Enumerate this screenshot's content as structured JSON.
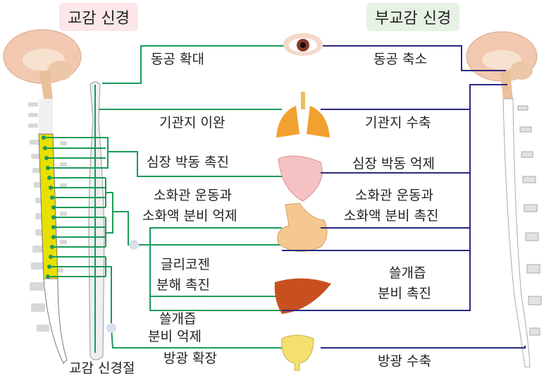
{
  "headers": {
    "sympathetic": "교감 신경",
    "parasympathetic": "부교감 신경"
  },
  "sympathetic_effects": {
    "pupil": "동공 확대",
    "bronchi": "기관지 이완",
    "heart": "심장 박동 촉진",
    "digest_1": "소화관 운동과",
    "digest_2": "소화액 분비 억제",
    "glycogen_1": "글리코젠",
    "glycogen_2": "분해 촉진",
    "bile_1": "쓸개즙",
    "bile_2": "분비 억제",
    "bladder": "방광 확장"
  },
  "parasympathetic_effects": {
    "pupil": "동공 축소",
    "bronchi": "기관지 수축",
    "heart": "심장 박동 억제",
    "digest_1": "소화관 운동과",
    "digest_2": "소화액 분비 촉진",
    "bile_1": "쓸개즙",
    "bile_2": "분비 촉진",
    "bladder": "방광 수축"
  },
  "ganglion_label": "교감 신경절",
  "colors": {
    "sympathetic": "#1a9a5a",
    "parasympathetic": "#2a2a80",
    "sym_header_bg": "#fbe6e8",
    "para_header_bg": "#e6f3e4"
  }
}
